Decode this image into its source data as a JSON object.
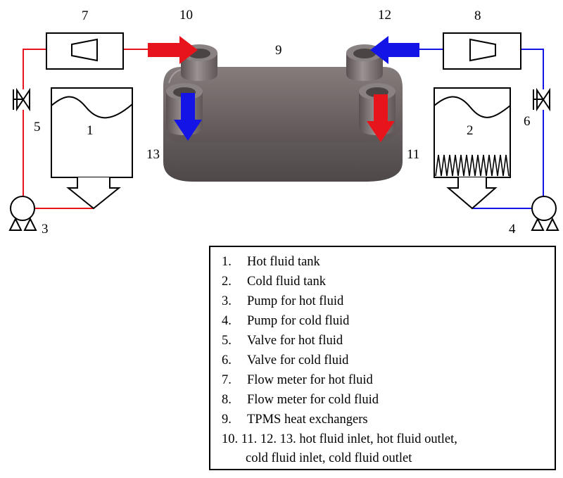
{
  "components": {
    "hot_tank": "1",
    "cold_tank": "2",
    "hot_pump": "3",
    "cold_pump": "4",
    "hot_valve": "5",
    "cold_valve": "6",
    "hot_flow_meter": "7",
    "cold_flow_meter": "8",
    "heat_exchanger": "9",
    "hot_inlet": "10",
    "hot_outlet": "11",
    "cold_inlet": "12",
    "cold_outlet": "13"
  },
  "legend": {
    "items": [
      {
        "num": "1.",
        "text": "Hot fluid tank"
      },
      {
        "num": "2.",
        "text": "Cold fluid tank"
      },
      {
        "num": "3.",
        "text": "Pump for hot fluid"
      },
      {
        "num": "4.",
        "text": "Pump for cold fluid"
      },
      {
        "num": "5.",
        "text": "Valve for hot fluid"
      },
      {
        "num": "6.",
        "text": "Valve for cold fluid"
      },
      {
        "num": "7.",
        "text": "Flow meter for hot fluid"
      },
      {
        "num": "8.",
        "text": "Flow meter for cold fluid"
      },
      {
        "num": "9.",
        "text": "TPMS heat exchangers"
      }
    ],
    "last_item_line1": "10.  11. 12. 13. hot fluid inlet, hot fluid outlet,",
    "last_item_line2": "cold fluid inlet, cold fluid outlet"
  },
  "colors": {
    "hot": "#e8141c",
    "cold": "#1414e6",
    "exchanger": "#6e6666"
  }
}
